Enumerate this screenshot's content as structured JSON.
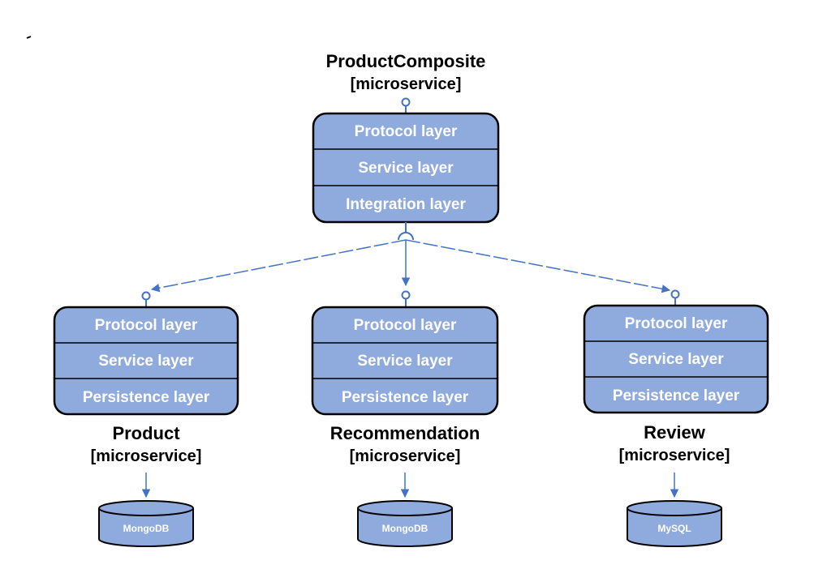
{
  "colors": {
    "box_fill": "#8faadc",
    "box_stroke": "#000000",
    "connector": "#4472c4",
    "text_on_box": "#ffffff"
  },
  "composite": {
    "title": "ProductComposite",
    "subtitle": "[microservice]",
    "layers": [
      "Protocol layer",
      "Service layer",
      "Integration layer"
    ]
  },
  "services": [
    {
      "id": "product",
      "title": "Product",
      "subtitle": "[microservice]",
      "layers": [
        "Protocol layer",
        "Service layer",
        "Persistence layer"
      ],
      "database": "MongoDB"
    },
    {
      "id": "recommendation",
      "title": "Recommendation",
      "subtitle": "[microservice]",
      "layers": [
        "Protocol layer",
        "Service layer",
        "Persistence layer"
      ],
      "database": "MongoDB"
    },
    {
      "id": "review",
      "title": "Review",
      "subtitle": "[microservice]",
      "layers": [
        "Protocol layer",
        "Service layer",
        "Persistence layer"
      ],
      "database": "MySQL"
    }
  ]
}
